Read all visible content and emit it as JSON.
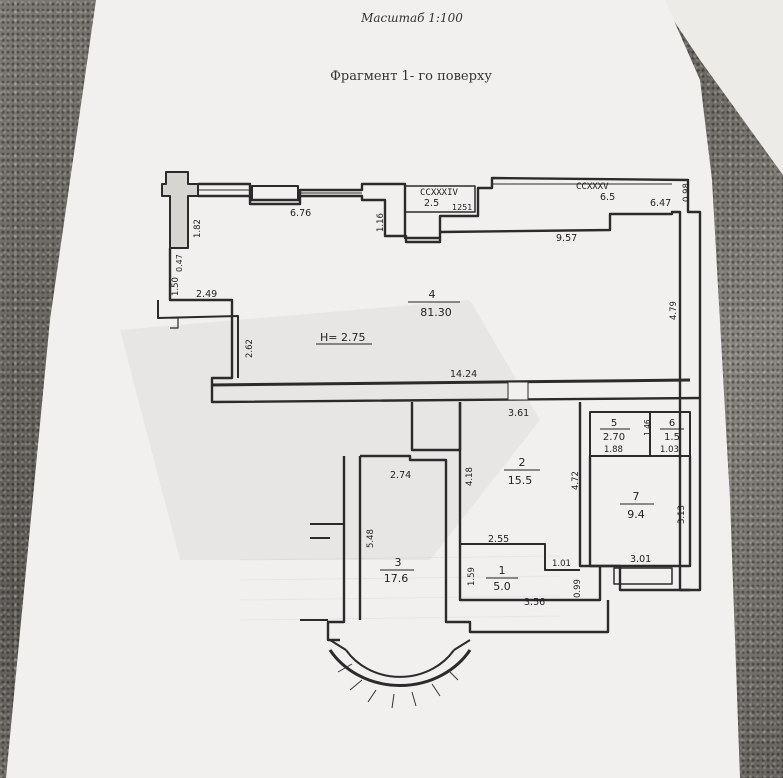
{
  "header": {
    "scale": "Масштаб 1:100",
    "title": "Фрагмент 1- го поверху"
  },
  "rooms": [
    {
      "number": "4",
      "area": "81.30"
    },
    {
      "number": "2",
      "area": "15.5"
    },
    {
      "number": "3",
      "area": "17.6"
    },
    {
      "number": "1",
      "area": "5.0"
    },
    {
      "number": "5",
      "area": "2.70"
    },
    {
      "number": "6",
      "area": "1.5"
    },
    {
      "number": "7",
      "area": "9.4"
    }
  ],
  "height_label": "Н= 2.75",
  "section_labels": {
    "left": "CCXXXIV",
    "right": "CCXXXV"
  },
  "dimensions": {
    "d676": "6.76",
    "d25": "2.5",
    "d1251": "1251",
    "d65": "6.5",
    "d647": "6.47",
    "d098": "0.98",
    "d957": "9.57",
    "d116": "1.16",
    "d182": "1.82",
    "d047": "0.47",
    "d150": "1.50",
    "d249": "2.49",
    "d262": "2.62",
    "d479": "4.79",
    "d1424": "14.24",
    "d361": "3.61",
    "d274": "2.74",
    "d418": "4.18",
    "d472": "4.72",
    "d548": "5.48",
    "d255": "2.55",
    "d101": "1.01",
    "d159": "1.59",
    "d356": "3.56",
    "d099": "0.99",
    "d188": "1.88",
    "d146": "1.46",
    "d103": "1.03",
    "d313": "3.13",
    "d301": "3.01"
  }
}
